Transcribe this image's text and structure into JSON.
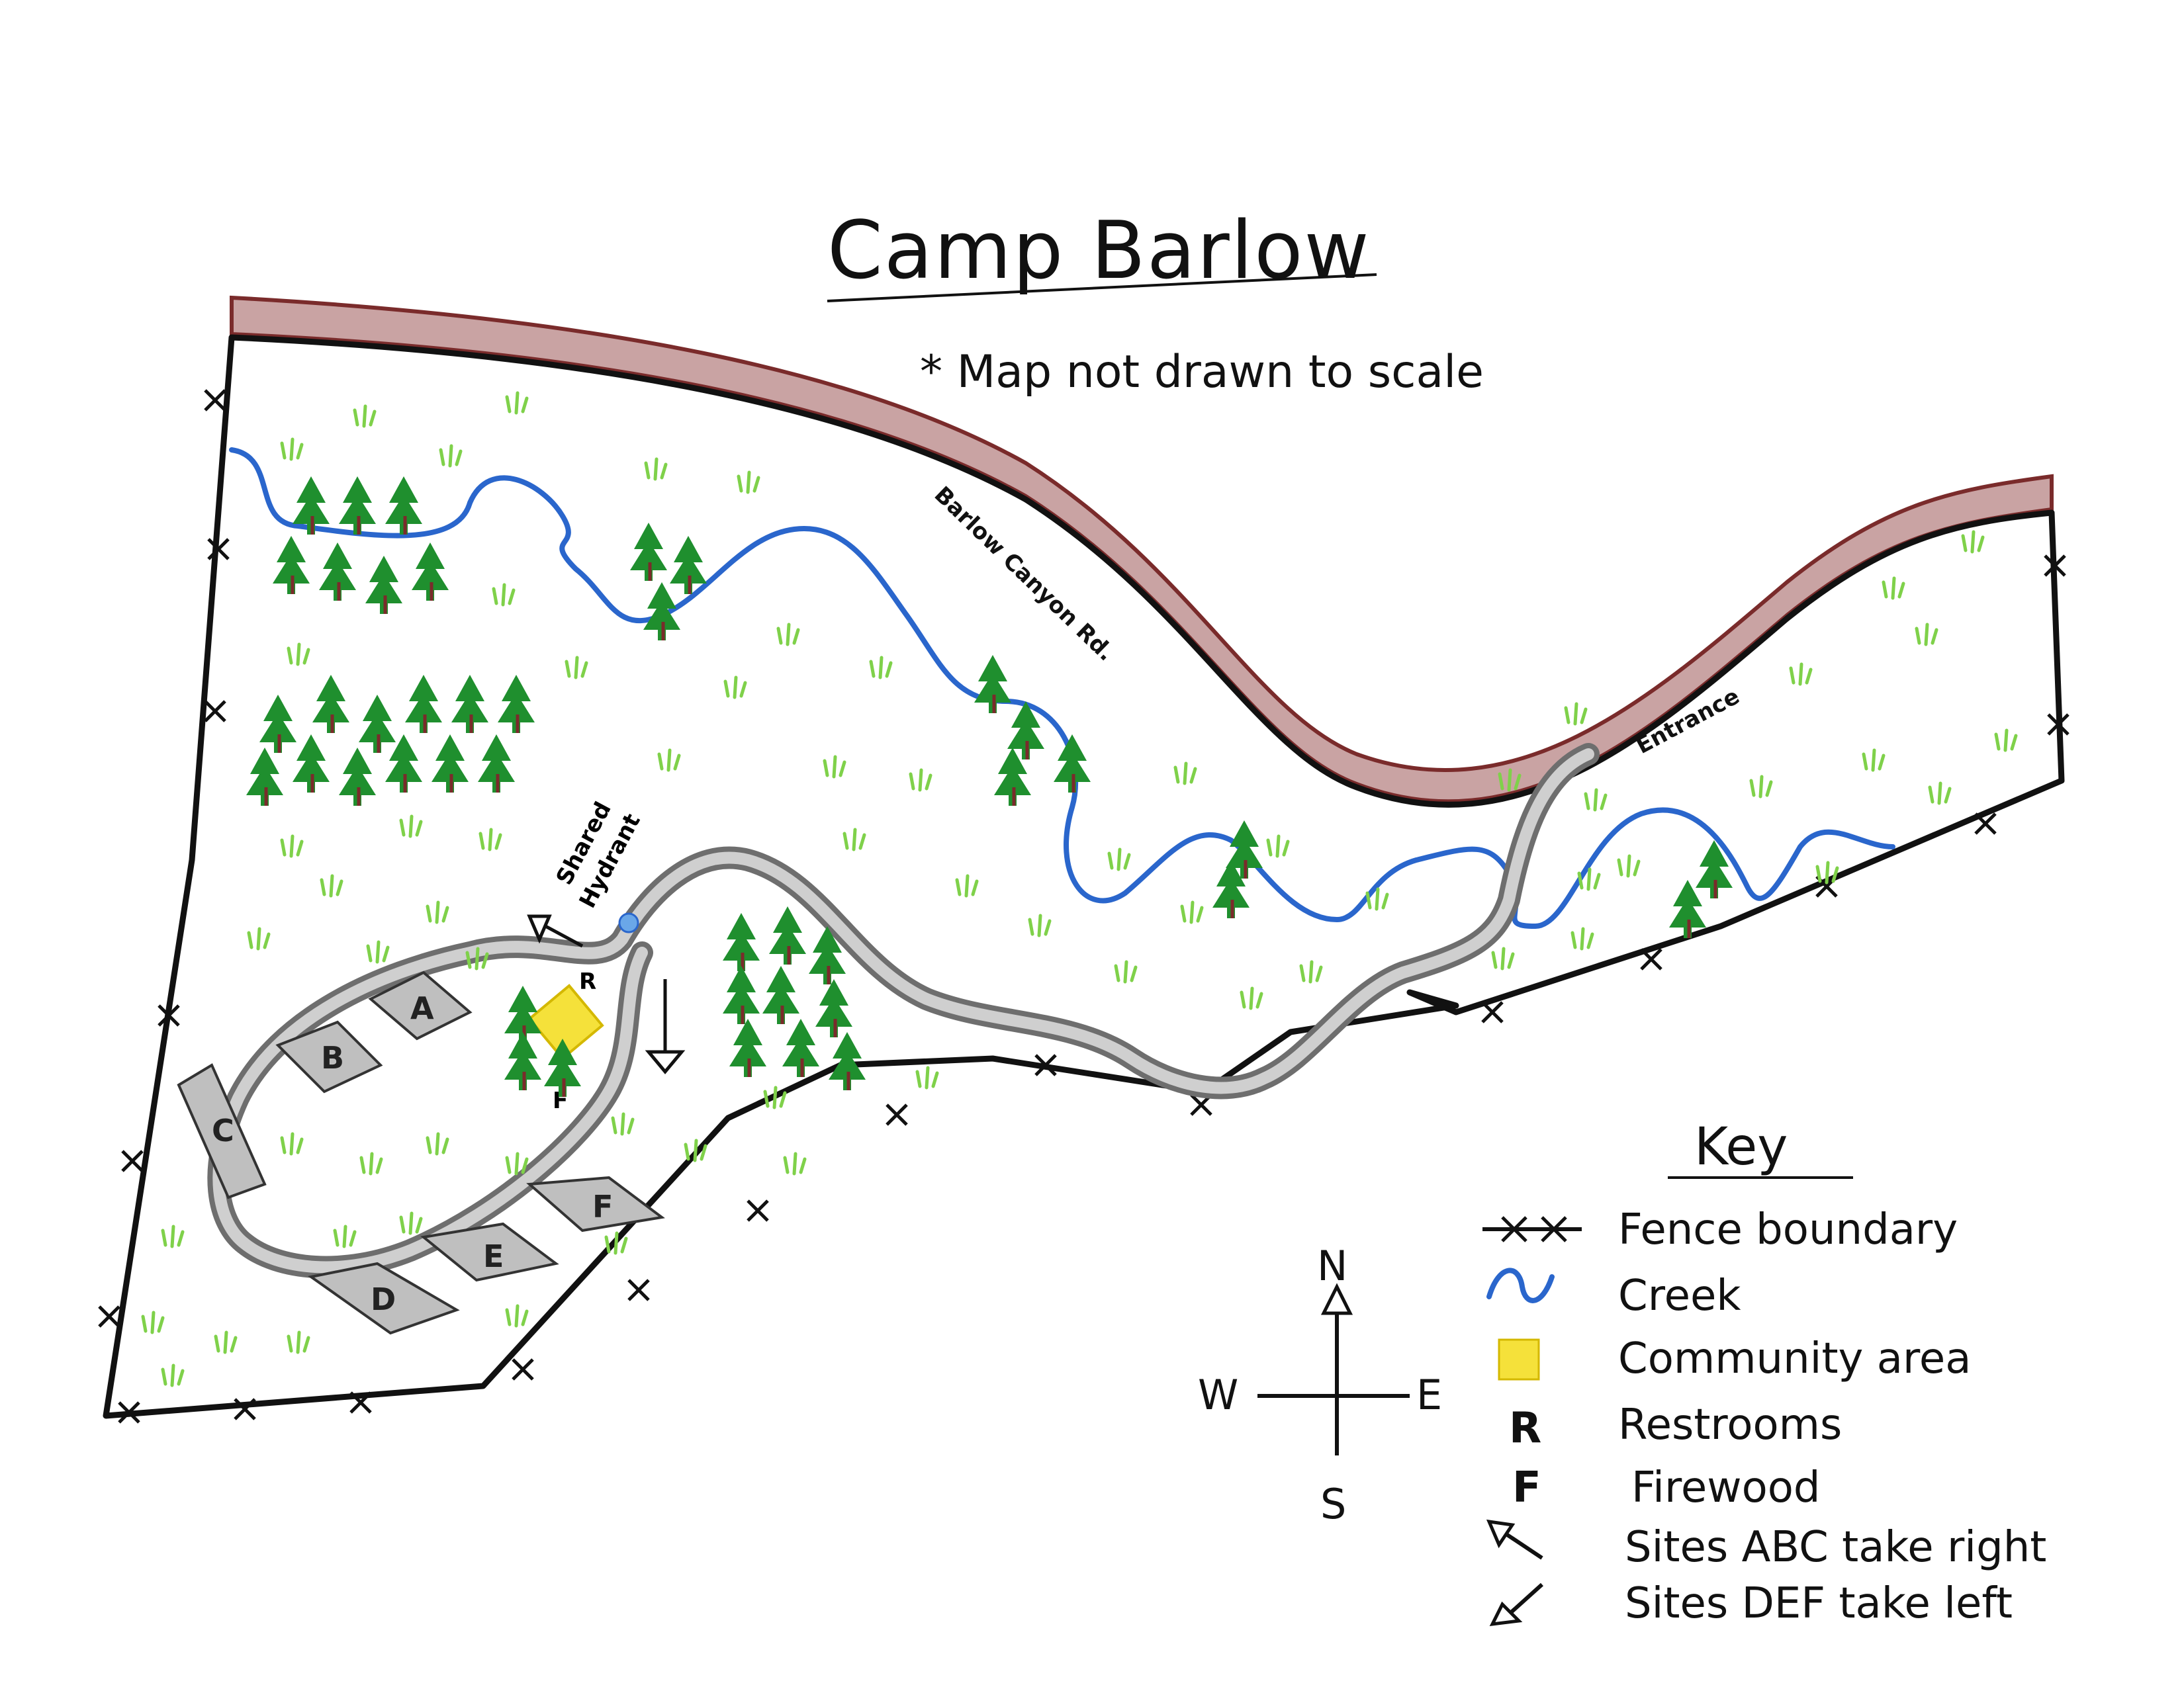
{
  "title": "Camp Barlow",
  "note": "* Map not drawn to scale",
  "labels": {
    "road": "Barlow Canyon Rd.",
    "entrance": "Entrance",
    "hydrant_line1": "Shared",
    "hydrant_line2": "Hydrant",
    "restrooms_mark": "R",
    "firewood_mark": "F"
  },
  "sites": [
    "A",
    "B",
    "C",
    "D",
    "E",
    "F"
  ],
  "compass": {
    "n": "N",
    "s": "S",
    "e": "E",
    "w": "W"
  },
  "key": {
    "title": "Key",
    "items": [
      {
        "icon": "fence-icon",
        "label": "Fence boundary"
      },
      {
        "icon": "creek-icon",
        "label": "Creek"
      },
      {
        "icon": "community-area-icon",
        "label": "Community area"
      },
      {
        "icon": "R",
        "label": "Restrooms"
      },
      {
        "icon": "F",
        "label": "Firewood"
      },
      {
        "icon": "arrow-right-icon",
        "label": "Sites ABC take right"
      },
      {
        "icon": "arrow-left-icon",
        "label": "Sites DEF take left"
      }
    ]
  },
  "colors": {
    "road_ridge": "#8a4a4a",
    "creek": "#2a66cc",
    "trees": "#1f8f2e",
    "grass": "#7fd14a",
    "community": "#f5e13a",
    "path": "#8c8c8c"
  }
}
